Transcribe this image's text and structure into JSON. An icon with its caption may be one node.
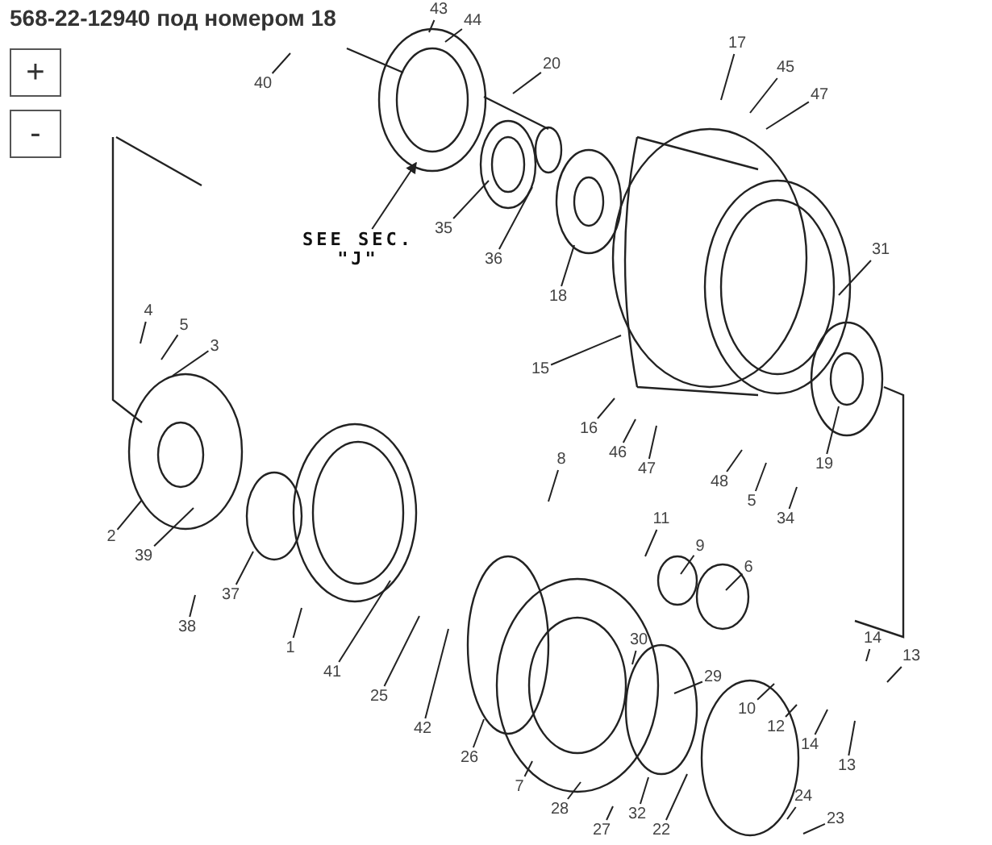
{
  "diagram": {
    "title": "568-22-12940 под номером 18",
    "nodes": [
      {
        "text": [
          "43"
        ]
      },
      {
        "text": [
          "44"
        ]
      },
      {
        "text": [
          "40"
        ]
      },
      {
        "text": [
          "20"
        ]
      },
      {
        "text": [
          "17"
        ]
      },
      {
        "text": [
          "45"
        ]
      },
      {
        "text": [
          "47"
        ]
      },
      {
        "text": [
          "35"
        ]
      },
      {
        "text": [
          "SEE SEC. \"J\""
        ]
      },
      {
        "text": [
          "36"
        ]
      },
      {
        "text": [
          "31"
        ]
      },
      {
        "text": [
          "18"
        ]
      },
      {
        "text": [
          "4"
        ]
      },
      {
        "text": [
          "5"
        ]
      },
      {
        "text": [
          "3"
        ]
      },
      {
        "text": [
          "15"
        ]
      },
      {
        "text": [
          "16"
        ]
      },
      {
        "text": [
          "46"
        ]
      },
      {
        "text": [
          "47"
        ]
      },
      {
        "text": [
          "8"
        ]
      },
      {
        "text": [
          "19"
        ]
      },
      {
        "text": [
          "48"
        ]
      },
      {
        "text": [
          "5"
        ]
      },
      {
        "text": [
          "34"
        ]
      },
      {
        "text": [
          "11"
        ]
      },
      {
        "text": [
          "2"
        ]
      },
      {
        "text": [
          "39"
        ]
      },
      {
        "text": [
          "9"
        ]
      },
      {
        "text": [
          "6"
        ]
      },
      {
        "text": [
          "37"
        ]
      },
      {
        "text": [
          "38"
        ]
      },
      {
        "text": [
          "14"
        ]
      },
      {
        "text": [
          "1"
        ]
      },
      {
        "text": [
          "30"
        ]
      },
      {
        "text": [
          "13"
        ]
      },
      {
        "text": [
          "29"
        ]
      },
      {
        "text": [
          "41"
        ]
      },
      {
        "text": [
          "25"
        ]
      },
      {
        "text": [
          "10"
        ]
      },
      {
        "text": [
          "12"
        ]
      },
      {
        "text": [
          "42"
        ]
      },
      {
        "text": [
          "14"
        ]
      },
      {
        "text": [
          "26"
        ]
      },
      {
        "text": [
          "13"
        ]
      },
      {
        "text": [
          "7"
        ]
      },
      {
        "text": [
          "24"
        ]
      },
      {
        "text": [
          "28"
        ]
      },
      {
        "text": [
          "32"
        ]
      },
      {
        "text": [
          "23"
        ]
      },
      {
        "text": [
          "27"
        ]
      },
      {
        "text": [
          "22"
        ]
      }
    ],
    "edges": [
      {
        "from": 0,
        "to": null,
        "arrow": "none"
      },
      {
        "from": 1,
        "to": null,
        "arrow": "none"
      },
      {
        "from": 2,
        "to": null,
        "arrow": "none"
      },
      {
        "from": 3,
        "to": null,
        "arrow": "none"
      },
      {
        "from": 4,
        "to": null,
        "arrow": "none"
      },
      {
        "from": 5,
        "to": null,
        "arrow": "none"
      },
      {
        "from": 6,
        "to": null,
        "arrow": "none"
      },
      {
        "from": 7,
        "to": null,
        "arrow": "none"
      },
      {
        "from": 8,
        "to": null,
        "arrow": "to"
      },
      {
        "from": 9,
        "to": null,
        "arrow": "none"
      },
      {
        "from": 10,
        "to": null,
        "arrow": "none"
      },
      {
        "from": 11,
        "to": null,
        "arrow": "none"
      },
      {
        "from": 12,
        "to": null,
        "arrow": "none"
      },
      {
        "from": 13,
        "to": null,
        "arrow": "none"
      },
      {
        "from": 14,
        "to": null,
        "arrow": "none"
      },
      {
        "from": 15,
        "to": null,
        "arrow": "none"
      },
      {
        "from": 16,
        "to": null,
        "arrow": "none"
      },
      {
        "from": 17,
        "to": null,
        "arrow": "none"
      },
      {
        "from": 18,
        "to": null,
        "arrow": "none"
      },
      {
        "from": 19,
        "to": null,
        "arrow": "none"
      },
      {
        "from": 20,
        "to": null,
        "arrow": "none"
      },
      {
        "from": 21,
        "to": null,
        "arrow": "none"
      },
      {
        "from": 22,
        "to": null,
        "arrow": "none"
      },
      {
        "from": 23,
        "to": null,
        "arrow": "none"
      },
      {
        "from": 24,
        "to": null,
        "arrow": "none"
      },
      {
        "from": 25,
        "to": null,
        "arrow": "none"
      },
      {
        "from": 26,
        "to": null,
        "arrow": "none"
      },
      {
        "from": 27,
        "to": null,
        "arrow": "none"
      },
      {
        "from": 28,
        "to": null,
        "arrow": "none"
      },
      {
        "from": 29,
        "to": null,
        "arrow": "none"
      },
      {
        "from": 30,
        "to": null,
        "arrow": "none"
      },
      {
        "from": 31,
        "to": null,
        "arrow": "none"
      },
      {
        "from": 32,
        "to": null,
        "arrow": "none"
      },
      {
        "from": 33,
        "to": null,
        "arrow": "none"
      },
      {
        "from": 34,
        "to": null,
        "arrow": "none"
      },
      {
        "from": 35,
        "to": null,
        "arrow": "none"
      },
      {
        "from": 36,
        "to": null,
        "arrow": "none"
      },
      {
        "from": 37,
        "to": null,
        "arrow": "none"
      },
      {
        "from": 38,
        "to": null,
        "arrow": "none"
      },
      {
        "from": 39,
        "to": null,
        "arrow": "none"
      },
      {
        "from": 40,
        "to": null,
        "arrow": "none"
      },
      {
        "from": 41,
        "to": null,
        "arrow": "none"
      },
      {
        "from": 42,
        "to": null,
        "arrow": "none"
      },
      {
        "from": 43,
        "to": null,
        "arrow": "none"
      },
      {
        "from": 44,
        "to": null,
        "arrow": "none"
      },
      {
        "from": 45,
        "to": null,
        "arrow": "none"
      },
      {
        "from": 46,
        "to": null,
        "arrow": "none"
      },
      {
        "from": 47,
        "to": null,
        "arrow": "none"
      },
      {
        "from": 48,
        "to": null,
        "arrow": "none"
      },
      {
        "from": 49,
        "to": null,
        "arrow": "none"
      },
      {
        "from": 50,
        "to": null,
        "arrow": "none"
      }
    ],
    "labels": [
      "+",
      "-"
    ]
  }
}
